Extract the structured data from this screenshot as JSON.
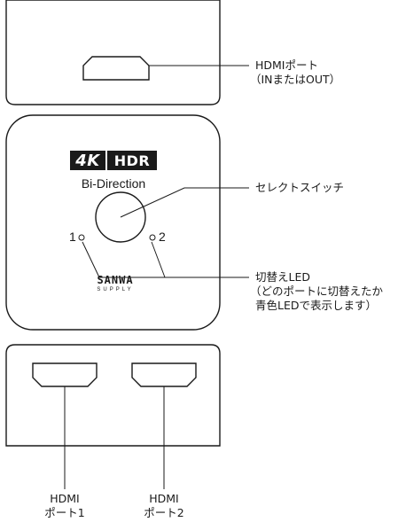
{
  "labels": {
    "hdmi_port": "HDMIポート",
    "hdmi_port_sub": "（INまたはOUT）",
    "select_switch": "セレクトスイッチ",
    "led_title": "切替えLED",
    "led_line2": "（どのポートに切替えたか",
    "led_line3": "青色LEDで表示します）",
    "port1_line1": "HDMI",
    "port1_line2": "ポート1",
    "port2_line1": "HDMI",
    "port2_line2": "ポート2"
  },
  "device": {
    "badge_4k": "4K",
    "badge_hdr": "HDR",
    "subtitle": "Bi-Direction",
    "port_num_1": "1",
    "port_num_2": "2",
    "brand": "SANWA",
    "brand_sub": "SUPPLY"
  },
  "colors": {
    "outline": "#1a1a1a",
    "text": "#1a1a1a",
    "background": "#ffffff"
  }
}
